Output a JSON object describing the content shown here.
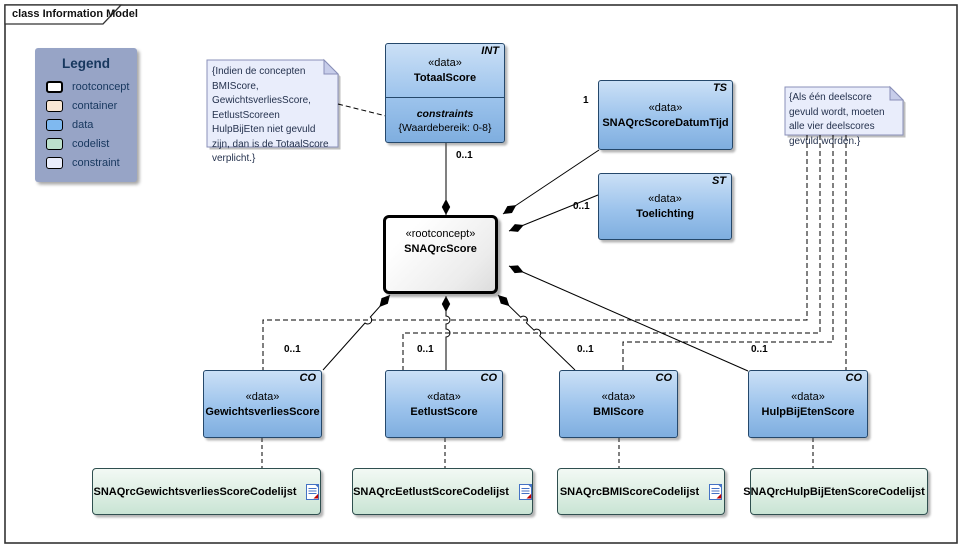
{
  "frame": {
    "tab_label": "class Information Model"
  },
  "legend": {
    "title": "Legend",
    "items": [
      {
        "label": "rootconcept",
        "color": "#FFFFFF"
      },
      {
        "label": "container",
        "color": "#F9E7D4"
      },
      {
        "label": "data",
        "color": "#7FB9F0"
      },
      {
        "label": "codelist",
        "color": "#BCE0CC"
      },
      {
        "label": "constraint",
        "color": "#E9EDFB"
      }
    ]
  },
  "notes": {
    "totaalscore_note": "{Indien de concepten BMIScore, GewichtsverliesScore, EetlustScoreen HulpBijEten niet gevuld zijn, dan is de TotaalScore verplicht.}",
    "deelscore_note": "{Als één deelscore gevuld wordt, moeten alle vier deelscores gevuld worden.}"
  },
  "classes": {
    "totaalscore": {
      "type_tag": "INT",
      "stereotype": "«data»",
      "name": "TotaalScore",
      "compartment_label": "constraints",
      "constraint_value": "{Waardebereik: 0-8}"
    },
    "score_datumtijd": {
      "type_tag": "TS",
      "stereotype": "«data»",
      "name": "SNAQrcScoreDatumTijd"
    },
    "toelichting": {
      "type_tag": "ST",
      "stereotype": "«data»",
      "name": "Toelichting"
    },
    "snaqrcscore": {
      "stereotype": "«rootconcept»",
      "name": "SNAQrcScore"
    },
    "gewichtsverlies": {
      "type_tag": "CO",
      "stereotype": "«data»",
      "name": "GewichtsverliesScore"
    },
    "eetlust": {
      "type_tag": "CO",
      "stereotype": "«data»",
      "name": "EetlustScore"
    },
    "bmi": {
      "type_tag": "CO",
      "stereotype": "«data»",
      "name": "BMIScore"
    },
    "hulpbijeten": {
      "type_tag": "CO",
      "stereotype": "«data»",
      "name": "HulpBijEtenScore"
    }
  },
  "codelists": {
    "gewichtsverlies": "SNAQrcGewichtsverliesScoreCodelijst",
    "eetlust": "SNAQrcEetlustScoreCodelijst",
    "bmi": "SNAQrcBMIScoreCodelijst",
    "hulpbijeten": "SNAQrcHulpBijEtenScoreCodelijst"
  },
  "multiplicities": {
    "totaalscore": "0..1",
    "score_datumtijd": "1",
    "toelichting": "0..1",
    "gewichtsverlies": "0..1",
    "eetlust": "0..1",
    "bmi": "0..1",
    "hulpbijeten": "0..1"
  },
  "colors": {
    "data_fill_top": "#CBE0F6",
    "data_fill_bottom": "#7FAEDF",
    "codelist_fill_top": "#F2F9F4",
    "codelist_fill_bottom": "#C9E4D4",
    "constraint_note_fill": "#E9EDFB",
    "legend_fill": "#97A4C6",
    "rootconcept_fill": "#FFFFFF",
    "box_border": "#25486B"
  }
}
